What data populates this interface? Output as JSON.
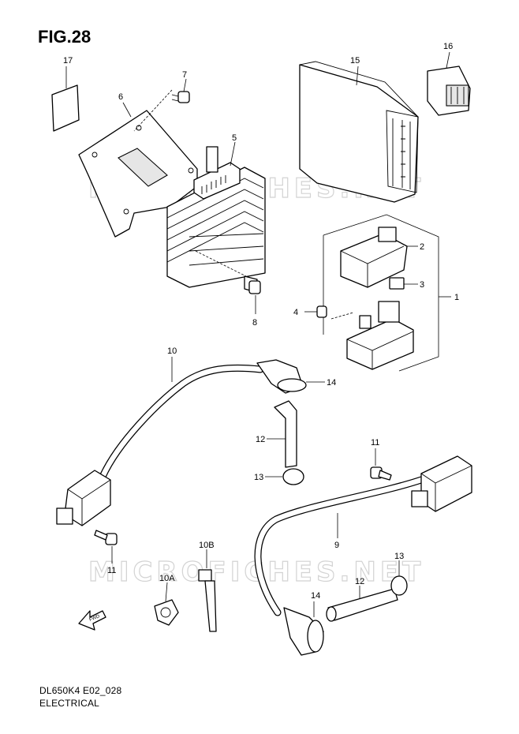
{
  "figure": {
    "title": "FIG.28",
    "model_code": "DL650K4 E02_028",
    "section": "ELECTRICAL",
    "watermark": "MICROFICHES.NET",
    "forward_label": "FWD"
  },
  "callouts": {
    "p1": "1",
    "p2": "2",
    "p3": "3",
    "p4": "4",
    "p5": "5",
    "p6": "6",
    "p7": "7",
    "p8": "8",
    "p9": "9",
    "p10": "10",
    "p10a": "10A",
    "p10b": "10B",
    "p11a": "11",
    "p11b": "11",
    "p12a": "12",
    "p12b": "12",
    "p13a": "13",
    "p13b": "13",
    "p14a": "14",
    "p14b": "14",
    "p15": "15",
    "p16": "16",
    "p17": "17"
  }
}
